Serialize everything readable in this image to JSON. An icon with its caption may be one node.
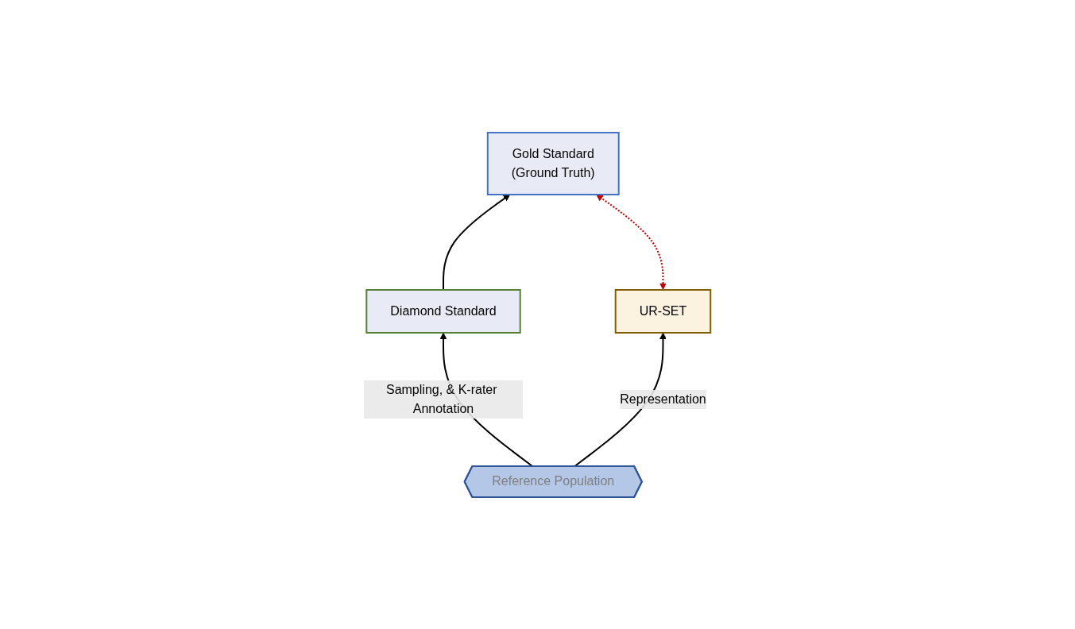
{
  "diagram": {
    "nodes": [
      {
        "text": [
          "UR-SET"
        ]
      },
      {
        "text": [
          "Gold Standard",
          "(Ground Truth)"
        ]
      },
      {
        "text": [
          "Reference Population"
        ]
      },
      {
        "text": [
          "Diamond Standard"
        ]
      }
    ],
    "edges": [
      {
        "from": 2,
        "to": 0,
        "arrow": "to",
        "label": "Representation"
      },
      {
        "from": 2,
        "to": 3,
        "arrow": "to",
        "label": "Sampling, & K-rater Annotation"
      },
      {
        "from": 3,
        "to": 1,
        "arrow": "to"
      },
      {
        "from": 0,
        "to": 1,
        "arrow": "both",
        "style": "dashed",
        "color": "#c00000"
      }
    ]
  }
}
